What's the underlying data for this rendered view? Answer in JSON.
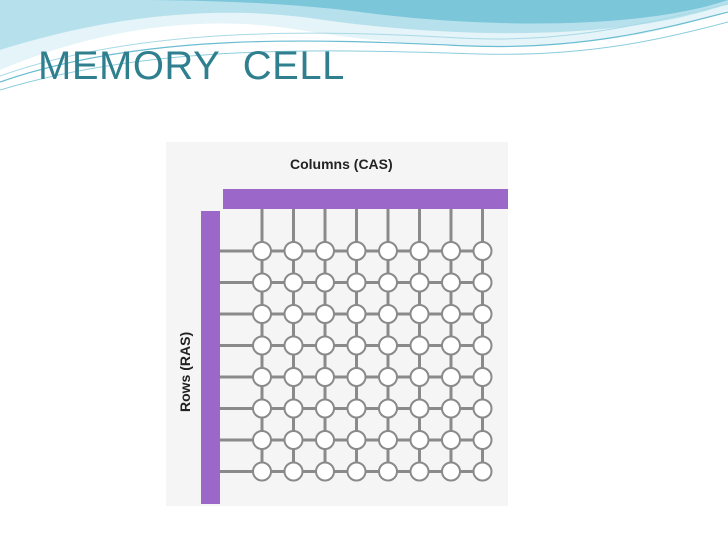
{
  "slide": {
    "title": "MEMORY  CELL"
  },
  "diagram": {
    "columns_label": "Columns (CAS)",
    "rows_label": "Rows (RAS)",
    "grid": {
      "columns": 8,
      "rows": 8
    },
    "colors": {
      "bus": "#9b67c9",
      "wire": "#8a8a8a",
      "cell_fill": "#ffffff",
      "cell_stroke": "#8a8a8a",
      "title": "#2f7f8f",
      "wave_light": "#d8eff5",
      "wave_mid": "#a9dbe8",
      "wave_dark": "#5bb3cc"
    }
  }
}
